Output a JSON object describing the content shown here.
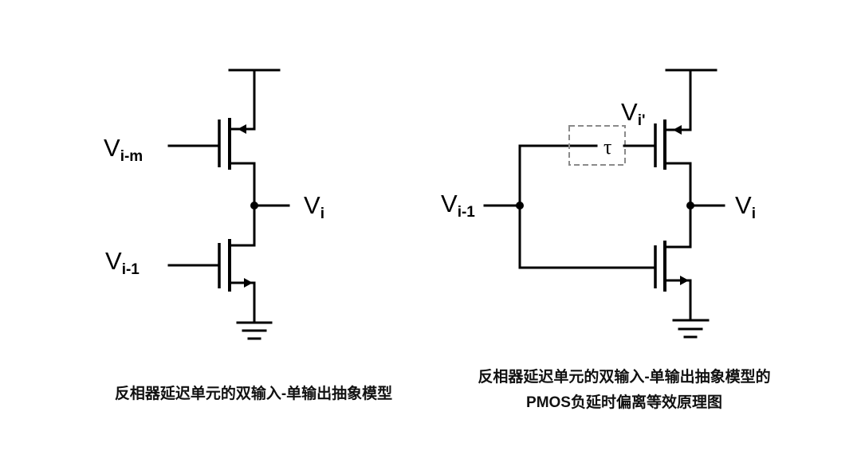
{
  "left_circuit": {
    "input_top": {
      "main": "V",
      "sub": "i-m"
    },
    "output": {
      "main": "V",
      "sub": "i"
    },
    "input_bottom": {
      "main": "V",
      "sub": "i-1"
    },
    "caption": "反相器延迟单元的双输入-单输出抽象模型"
  },
  "right_circuit": {
    "gate_node": {
      "main": "V",
      "sub": "i'"
    },
    "delay_symbol": "τ",
    "input": {
      "main": "V",
      "sub": "i-1"
    },
    "output": {
      "main": "V",
      "sub": "i"
    },
    "caption_line1": "反相器延迟单元的双输入-单输出抽象模型的",
    "caption_line2": "PMOS负延时偏离等效原理图"
  },
  "colors": {
    "background": "#ffffff",
    "wire": "#000000",
    "delay_box": "#8a8a8a"
  }
}
